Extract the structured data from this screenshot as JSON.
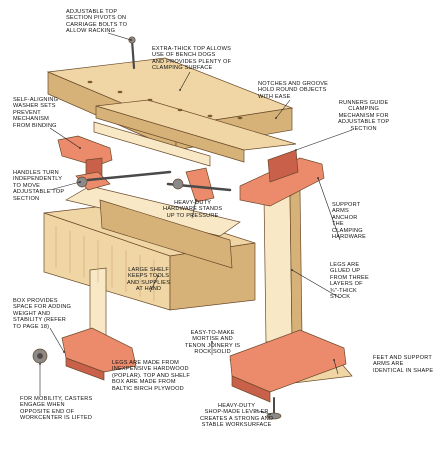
{
  "colors": {
    "wood": "#f0d6a4",
    "wood_dark": "#d6b278",
    "wood_light": "#f8e8c6",
    "support": "#ec8a6c",
    "support_dark": "#c9604a",
    "hardware": "#8a8a8a",
    "hardware_dark": "#4a4a4a",
    "leader": "#222222",
    "background": "#ffffff"
  },
  "callouts": [
    {
      "id": "adjustable-top",
      "lines": [
        "ADJUSTABLE TOP",
        "SECTION PIVOTS ON",
        "CARRIAGE BOLTS TO",
        "ALLOW RACKING"
      ]
    },
    {
      "id": "extra-thick-top",
      "lines": [
        "EXTRA-THICK TOP ALLOWS",
        "USE OF BENCH DOGS",
        "AND PROVIDES PLENTY OF",
        "CLAMPING SURFACE"
      ]
    },
    {
      "id": "notches-groove",
      "lines": [
        "NOTCHES AND GROOVE",
        "HOLD ROUND OBJECTS",
        "WITH EASE"
      ]
    },
    {
      "id": "self-aligning-washer",
      "lines": [
        "SELF-ALIGNING",
        "WASHER SETS",
        "PREVENT",
        "MECHANISM",
        "FROM BINDING"
      ]
    },
    {
      "id": "runners-guide",
      "lines": [
        "RUNNERS GUIDE",
        "CLAMPING",
        "MECHANISM FOR",
        "ADJUSTABLE TOP",
        "SECTION"
      ]
    },
    {
      "id": "handles-turn",
      "lines": [
        "HANDLES TURN",
        "INDEPENDENTLY",
        "TO MOVE",
        "ADJUSTABLE TOP",
        "SECTION"
      ]
    },
    {
      "id": "heavy-duty-hardware",
      "lines": [
        "HEAVY-DUTY",
        "HARDWARE STANDS",
        "UP TO PRESSURE"
      ]
    },
    {
      "id": "support-arms",
      "lines": [
        "SUPPORT",
        "ARMS",
        "ANCHOR",
        "THE",
        "CLAMPING",
        "HARDWARE"
      ]
    },
    {
      "id": "large-shelf",
      "lines": [
        "LARGE SHELF",
        "KEEPS TOOLS",
        "AND SUPPLIES",
        "AT HAND"
      ]
    },
    {
      "id": "legs-glued",
      "lines": [
        "LEGS ARE",
        "GLUED UP",
        "FROM THREE",
        "LAYERS OF",
        "¾\"-THICK",
        "STOCK"
      ]
    },
    {
      "id": "box-space",
      "lines": [
        "BOX PROVIDES",
        "SPACE FOR ADDING",
        "WEIGHT AND",
        "STABILITY (REFER",
        "TO PAGE 18)"
      ]
    },
    {
      "id": "mortise-tenon",
      "lines": [
        "EASY-TO-MAKE",
        "MORTISE AND",
        "TENON JOINERY IS",
        "ROCK SOLID"
      ]
    },
    {
      "id": "legs-hardwood",
      "lines": [
        "LEGS ARE MADE FROM",
        "INEXPENSIVE HARDWOOD",
        "(POPLAR). TOP AND SHELF",
        "BOX ARE MADE FROM",
        "BALTIC BIRCH PLYWOOD"
      ]
    },
    {
      "id": "feet-identical",
      "lines": [
        "FEET AND SUPPORT",
        "ARMS ARE",
        "IDENTICAL IN SHAPE"
      ]
    },
    {
      "id": "casters",
      "lines": [
        "FOR MOBILITY, CASTERS",
        "ENGAGE WHEN",
        "OPPOSITE END OF",
        "WORKCENTER IS LIFTED"
      ]
    },
    {
      "id": "shop-made-leveler",
      "lines": [
        "HEAVY-DUTY",
        "SHOP-MADE LEVELER",
        "CREATES A STRONG AND",
        "STABLE WORKSURFACE"
      ]
    }
  ]
}
